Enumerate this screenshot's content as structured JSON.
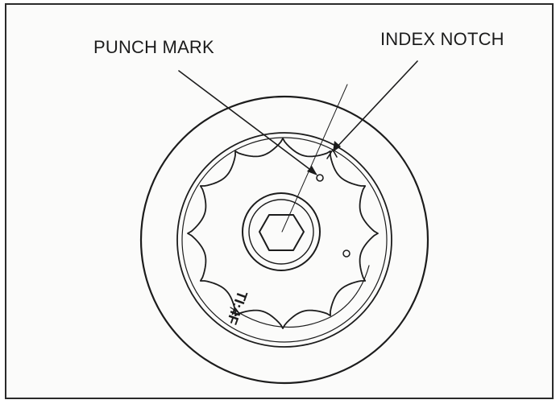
{
  "figure": {
    "labels": {
      "punch_mark": "PUNCH MARK",
      "index_notch": "INDEX NOTCH",
      "engraved_text": "TI:4F"
    },
    "colors": {
      "ink": "#1c1c1c",
      "paper": "#fbfbfa"
    },
    "components": [
      "outer-pulley-rim",
      "pulley-face",
      "toothed-timing-sprocket",
      "hex-center-bolt",
      "punch-mark",
      "index-notch",
      "small-hole"
    ]
  }
}
